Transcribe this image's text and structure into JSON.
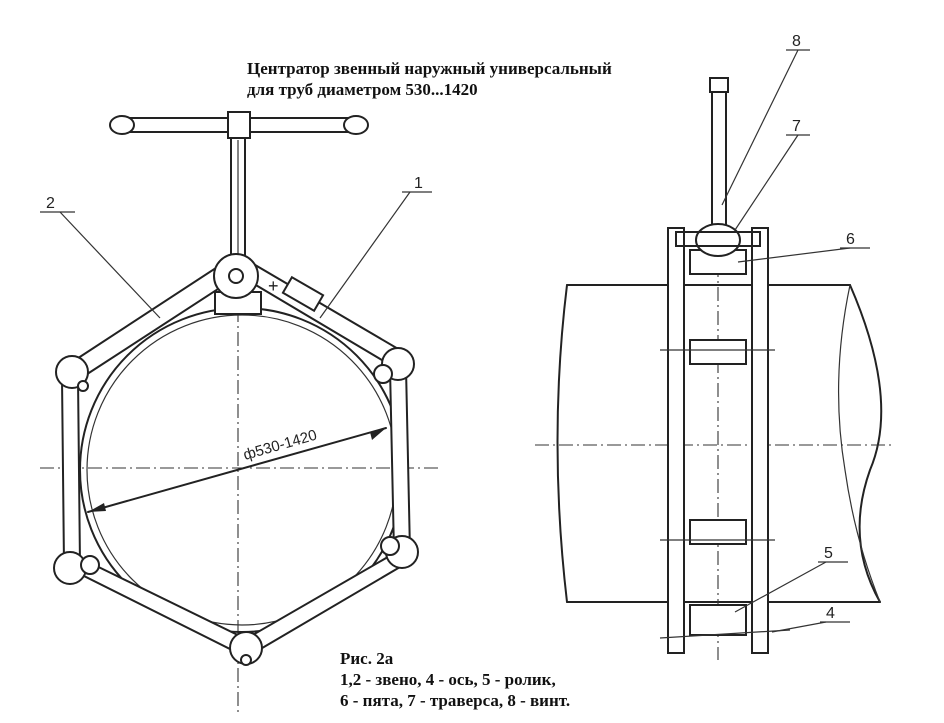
{
  "title": {
    "line1": "Центратор звенный наружный универсальный",
    "line2": "для труб диаметром 530...1420"
  },
  "dimension_label": "ф530-1420",
  "callouts": [
    "1",
    "2",
    "4",
    "5",
    "6",
    "7",
    "8"
  ],
  "caption": {
    "fig": "Рис. 2а",
    "line1": "1,2 - звено, 4 - ось, 5 - ролик,",
    "line2": "6 - пята, 7 - траверса, 8 - винт."
  }
}
